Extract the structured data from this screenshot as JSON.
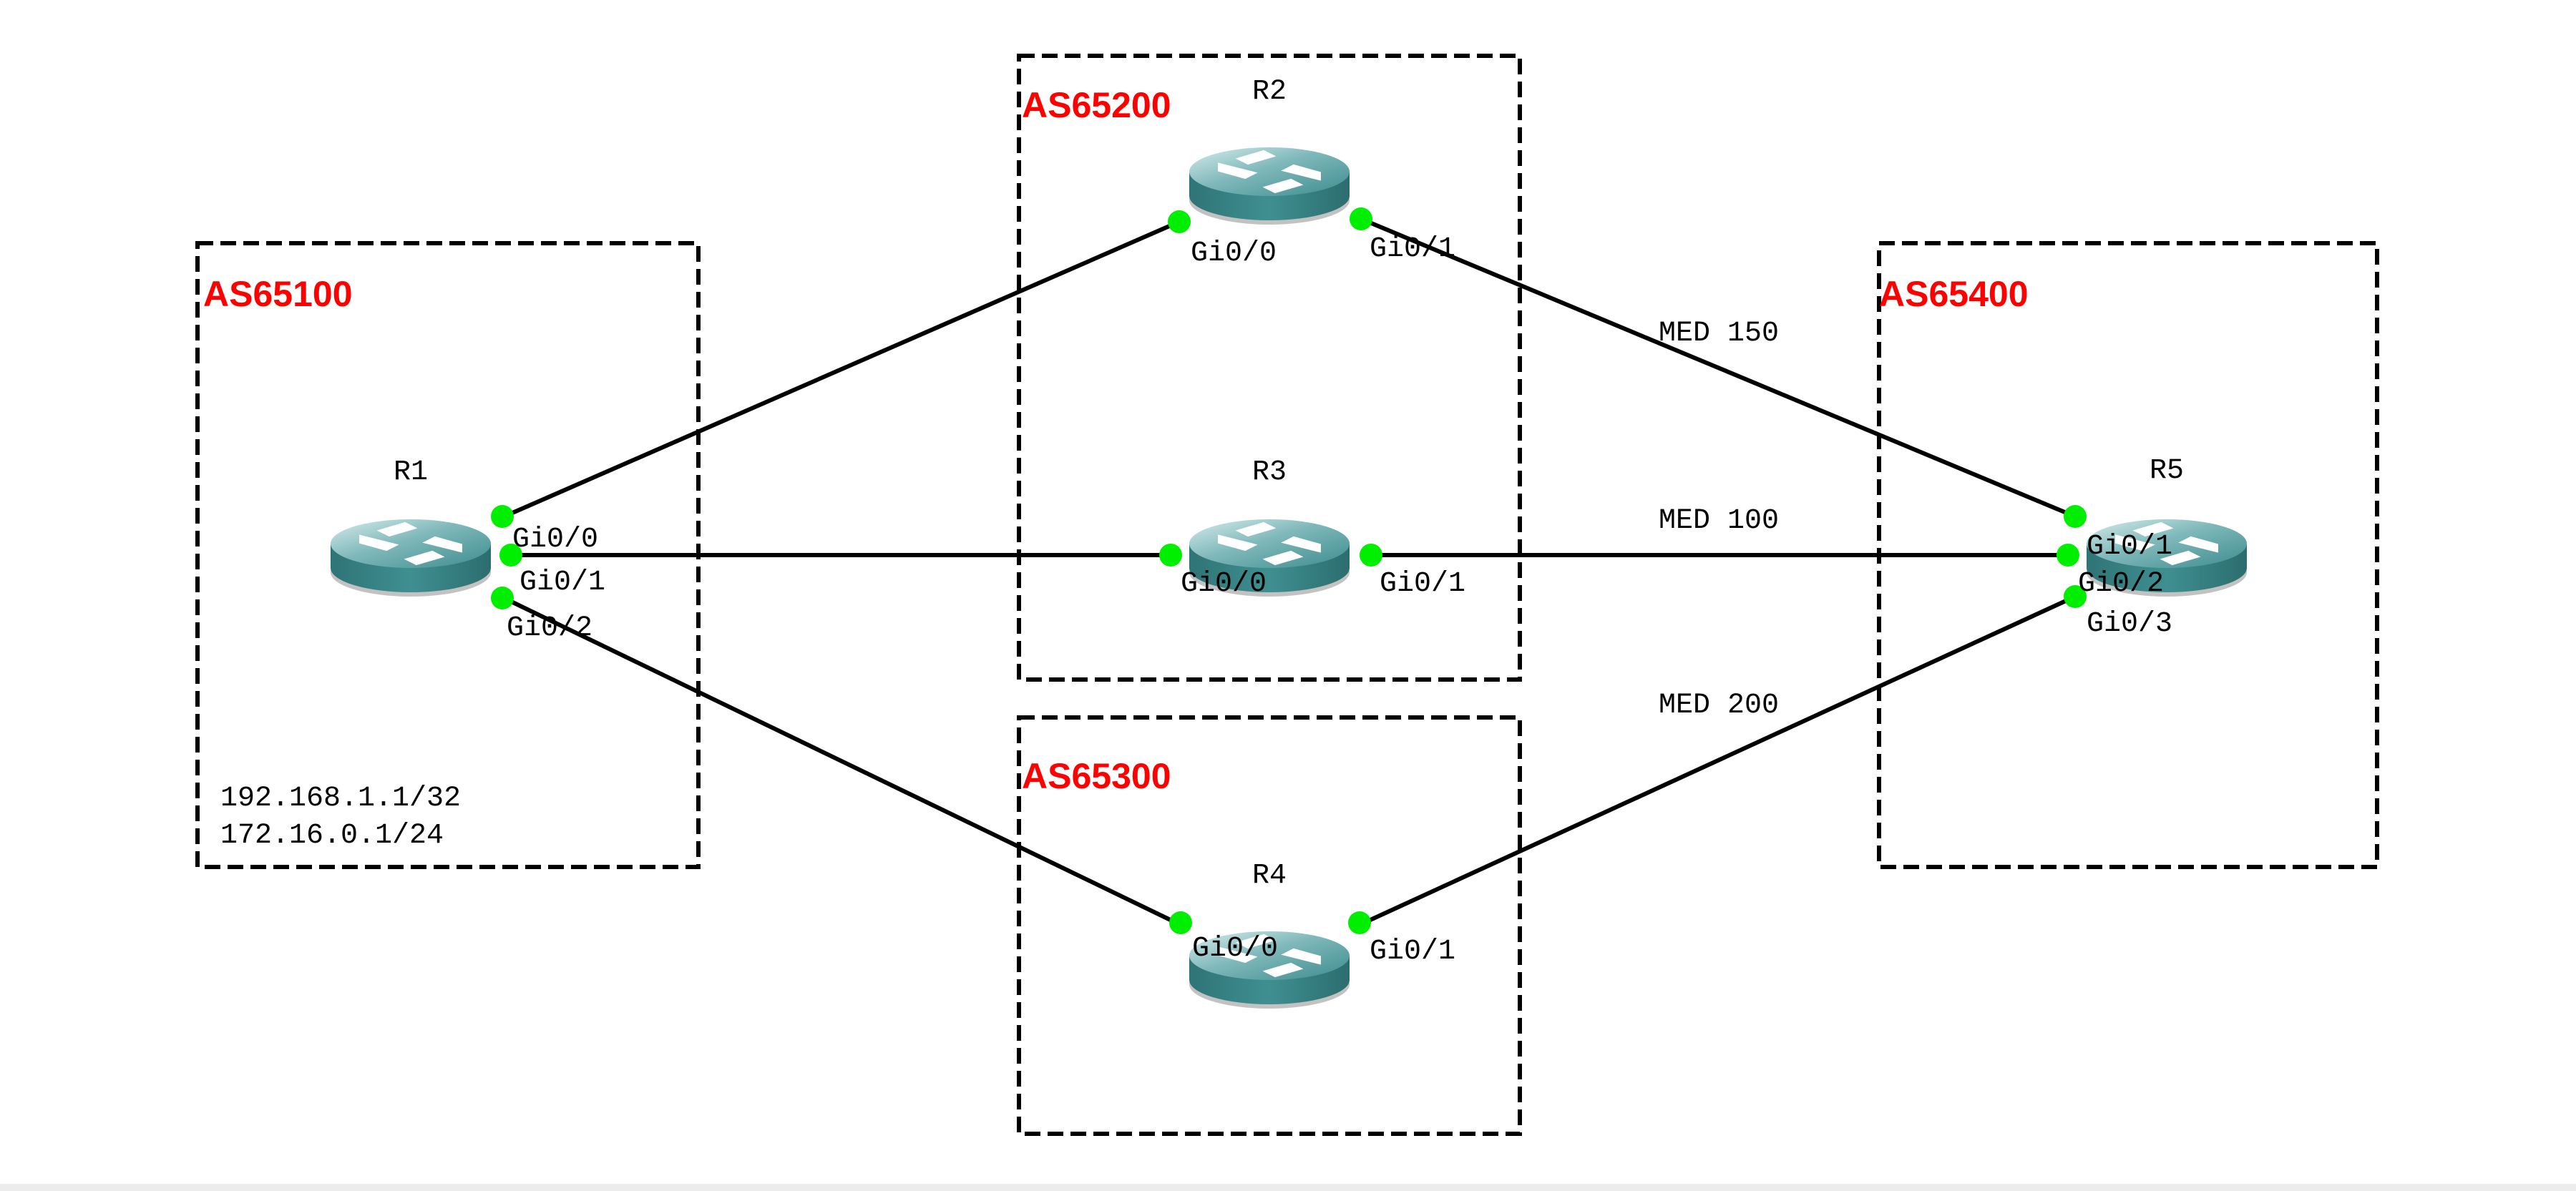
{
  "as_boxes": [
    {
      "id": "as65100",
      "label": "AS65100"
    },
    {
      "id": "as65200",
      "label": "AS65200"
    },
    {
      "id": "as65300",
      "label": "AS65300"
    },
    {
      "id": "as65400",
      "label": "AS65400"
    }
  ],
  "routers": [
    {
      "id": "r1",
      "name": "R1"
    },
    {
      "id": "r2",
      "name": "R2"
    },
    {
      "id": "r3",
      "name": "R3"
    },
    {
      "id": "r4",
      "name": "R4"
    },
    {
      "id": "r5",
      "name": "R5"
    }
  ],
  "ports": {
    "r1_g0": "Gi0/0",
    "r1_g1": "Gi0/1",
    "r1_g2": "Gi0/2",
    "r2_g0": "Gi0/0",
    "r2_g1": "Gi0/1",
    "r3_g0": "Gi0/0",
    "r3_g1": "Gi0/1",
    "r4_g0": "Gi0/0",
    "r4_g1": "Gi0/1",
    "r5_g1": "Gi0/1",
    "r5_g2": "Gi0/2",
    "r5_g3": "Gi0/3"
  },
  "med_labels": {
    "r2_r5": "MED 150",
    "r3_r5": "MED 100",
    "r4_r5": "MED 200"
  },
  "r1_networks": [
    "192.168.1.1/32",
    "172.16.0.1/24"
  ],
  "colors": {
    "as_label": "#ff0000",
    "port_dot": "#00ee00",
    "router_body": "#3a8a8c",
    "link": "#000000"
  }
}
